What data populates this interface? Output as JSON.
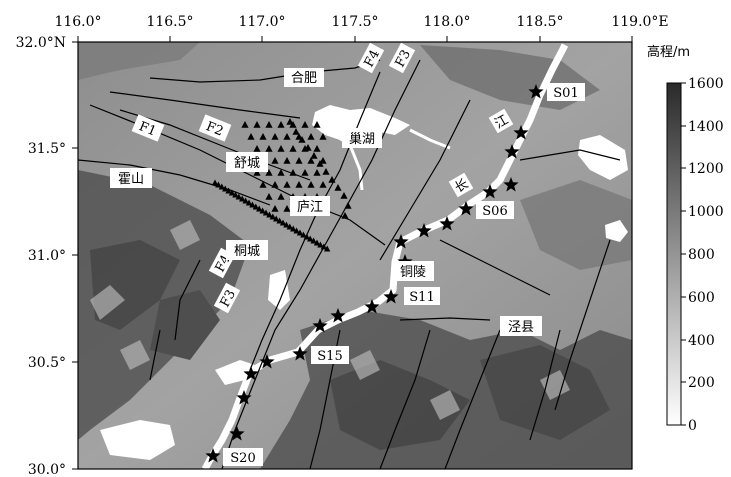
{
  "map": {
    "lon_ticks": [
      "116.0°",
      "116.5°",
      "117.0°",
      "117.5°",
      "118.0°",
      "118.5°",
      "119.0°E"
    ],
    "lat_ticks": [
      "32.0°N",
      "31.5°",
      "31.0°",
      "30.5°",
      "30.0°"
    ],
    "place_labels": {
      "hefei": "合肥",
      "chaohu": "巢湖",
      "shucheng": "舒城",
      "huoshan": "霍山",
      "lujiang": "庐江",
      "tongcheng": "桐城",
      "tongling": "铜陵",
      "jingxian": "泾县",
      "river_chang": "长",
      "river_jiang": "江"
    },
    "fault_labels": {
      "f1": "F1",
      "f2": "F2",
      "f3_north": "F3",
      "f4_north": "F4",
      "f3_south": "F3",
      "f4_south": "F4"
    },
    "stations": {
      "s01": "S01",
      "s06": "S06",
      "s11": "S11",
      "s15": "S15",
      "s20": "S20"
    }
  },
  "legend": {
    "title": "高程/m",
    "values": [
      "1600",
      "1400",
      "1200",
      "1000",
      "800",
      "600",
      "400",
      "200",
      "0"
    ],
    "color_low": "#ffffff",
    "color_high": "#2a2a2a"
  },
  "colors": {
    "terrain_base": "#9a9a9a",
    "terrain_dark": "#3c3c3c",
    "water": "#ffffff",
    "marker": "#000000"
  }
}
